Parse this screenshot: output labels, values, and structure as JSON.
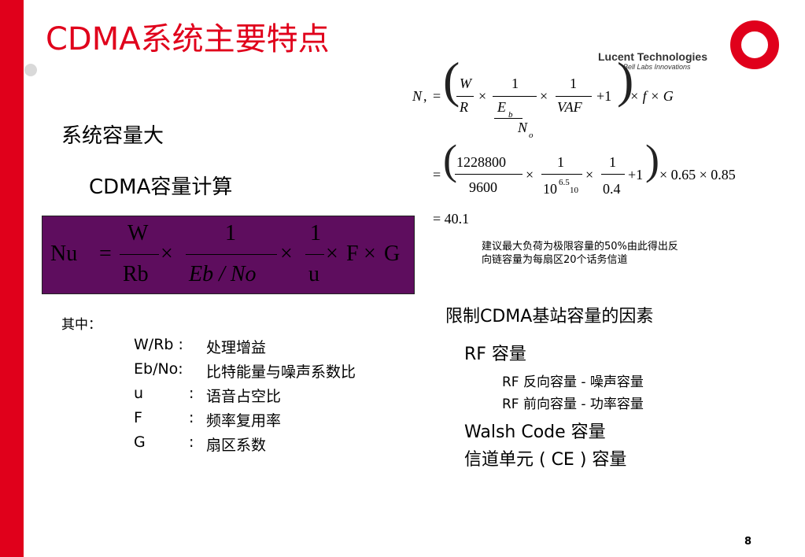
{
  "slide": {
    "title": "CDMA系统主要特点",
    "page_number": "8"
  },
  "brand": {
    "name": "Lucent Technologies",
    "tagline": "Bell Labs Innovations",
    "accent": "#e0001b",
    "formula_bg": "#5e0d5e"
  },
  "left": {
    "heading": "系统容量大",
    "subheading": "CDMA容量计算",
    "formula": {
      "lhs": "Nu",
      "eq": "=",
      "w": "W",
      "rb": "Rb",
      "one": "1",
      "eb_no": "Eb / No",
      "u": "u",
      "times": "×",
      "f": "F",
      "g": "G"
    },
    "where_label": "其中：",
    "defs": [
      {
        "sym": "W/Rb :",
        "desc": "处理增益"
      },
      {
        "sym": "Eb/No:",
        "desc": "比特能量与噪声系数比"
      },
      {
        "sym": "u",
        "colon": ":",
        "desc": "语音占空比"
      },
      {
        "sym": "F",
        "colon": ":",
        "desc": "频率复用率"
      },
      {
        "sym": "G",
        "colon": ":",
        "desc": "扇区系数"
      }
    ]
  },
  "right": {
    "eq1": {
      "lhs": "N",
      "sub": ",",
      "eq": "=",
      "w": "W",
      "r": "R",
      "eb": "E",
      "eb_sub": "b",
      "no": "N",
      "no_sub": "o",
      "vaf": "VAF",
      "plus1": "+1",
      "tail": "× f × G"
    },
    "eq2": {
      "eq": "=",
      "num": "1228800",
      "den": "9600",
      "one": "1",
      "ten": "10",
      "exp": "6.5",
      "exp_den": "10",
      "den2": "0.4",
      "plus1": "+1",
      "tail": "× 0.65 × 0.85"
    },
    "eq3": "= 40.1",
    "note_line1": "建议最大负荷为极限容量的50%由此得出反",
    "note_line2": "向链容量为每扇区20个话务信道",
    "factors_title": "限制CDMA基站容量的因素",
    "factors": {
      "rf": "RF 容量",
      "rf_rev": "RF 反向容量 - 噪声容量",
      "rf_fwd": "RF 前向容量 - 功率容量",
      "walsh": "Walsh Code 容量",
      "ce": "信道单元 ( CE ) 容量"
    }
  }
}
